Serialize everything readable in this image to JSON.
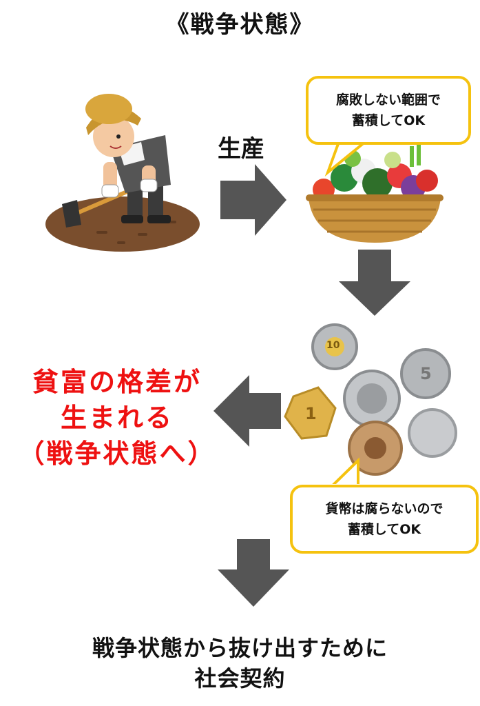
{
  "title": "《戦争状態》",
  "produce_label": "生産",
  "bubble_crops": {
    "line1": "腐敗しない範囲で",
    "line2": "蓄積してOK"
  },
  "bubble_money": {
    "line1": "貨幣は腐らないので",
    "line2": "蓄積してOK"
  },
  "inequality": {
    "line1": "貧富の格差が",
    "line2": "生まれる",
    "line3": "（戦争状態へ）"
  },
  "conclusion": {
    "line1": "戦争状態から抜け出すために",
    "line2": "社会契約"
  },
  "coins": {
    "gold": "1",
    "silver_ten": "10",
    "silver_five": "5"
  },
  "colors": {
    "arrow": "#555555",
    "bubble_border": "#f5c20f",
    "highlight_text": "#ee1111"
  },
  "icons": [
    "farmer-hoe-icon",
    "vegetable-basket-icon",
    "coins-icon"
  ]
}
